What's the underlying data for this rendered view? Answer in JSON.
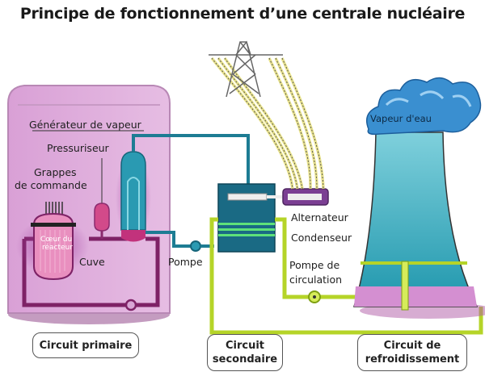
{
  "title": "Principe de fonctionnement d’une centrale nucléaire",
  "labels": {
    "generateur": "Générateur de vapeur",
    "pressuriseur": "Pressuriseur",
    "grappes_1": "Grappes",
    "grappes_2": "de commande",
    "coeur_1": "Cœur du",
    "coeur_2": "réacteur",
    "cuve": "Cuve",
    "pompe": "Pompe",
    "alternateur": "Alternateur",
    "condenseur": "Condenseur",
    "pompe_circ_1": "Pompe de",
    "pompe_circ_2": "circulation",
    "vapeur_eau": "Vapeur d'eau"
  },
  "circuits": {
    "primaire": "Circuit primaire",
    "secondaire_1": "Circuit",
    "secondaire_2": "secondaire",
    "refroid_1": "Circuit de",
    "refroid_2": "refroidissement"
  },
  "colors": {
    "building": "#d9a6d6",
    "primary_pipe": "#8a2a6e",
    "steam_gen": "#2a98b0",
    "turbine": "#1a5e78",
    "secondary_pipe": "#b5d428",
    "alternator": "#7b3f93",
    "tower": "#3fb0c4",
    "cloud": "#3a8fd0",
    "power_lines": "#e8e08a"
  }
}
